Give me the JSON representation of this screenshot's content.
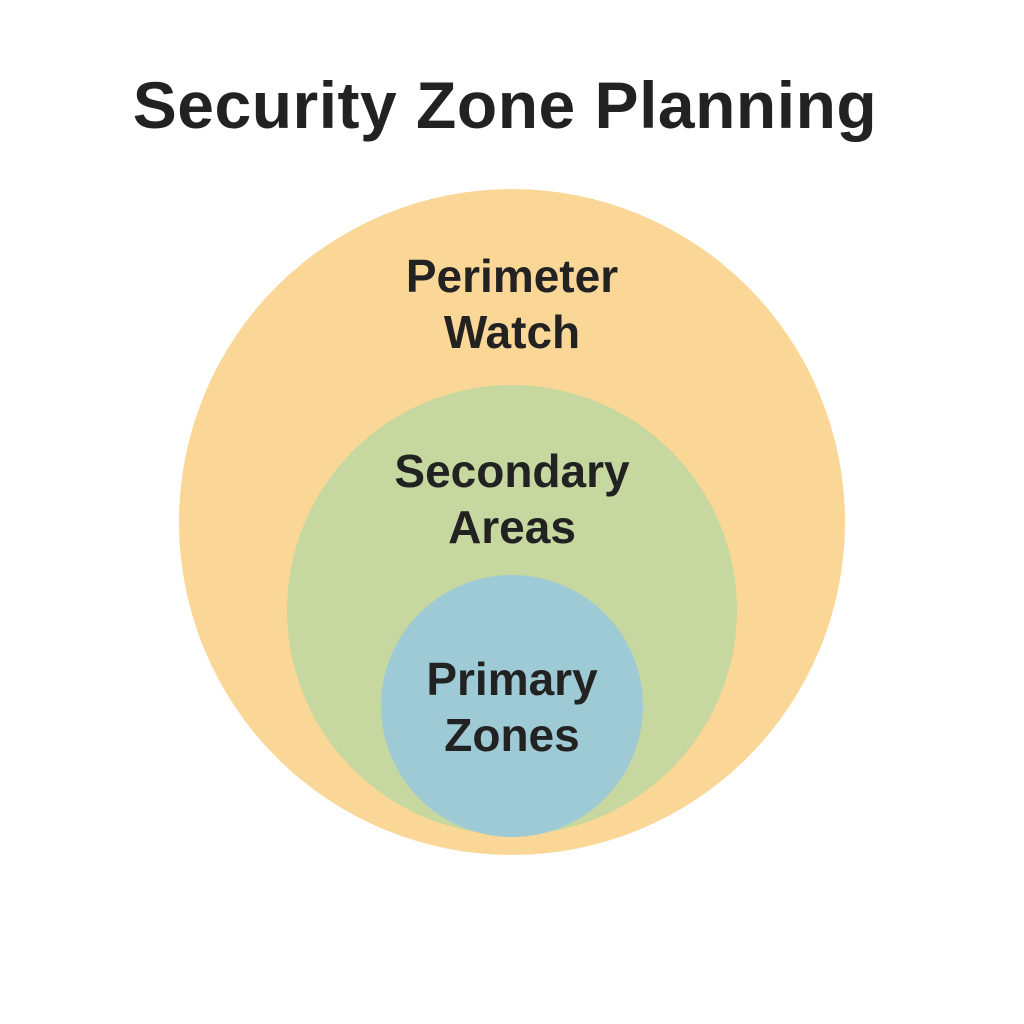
{
  "title": "Security Zone Planning",
  "zones": {
    "outer": {
      "line1": "Perimeter",
      "line2": "Watch",
      "color": "#FAD796"
    },
    "middle": {
      "line1": "Secondary",
      "line2": "Areas",
      "color": "#C6D79F"
    },
    "inner": {
      "line1": "Primary",
      "line2": "Zones",
      "color": "#9ECAD6"
    }
  }
}
